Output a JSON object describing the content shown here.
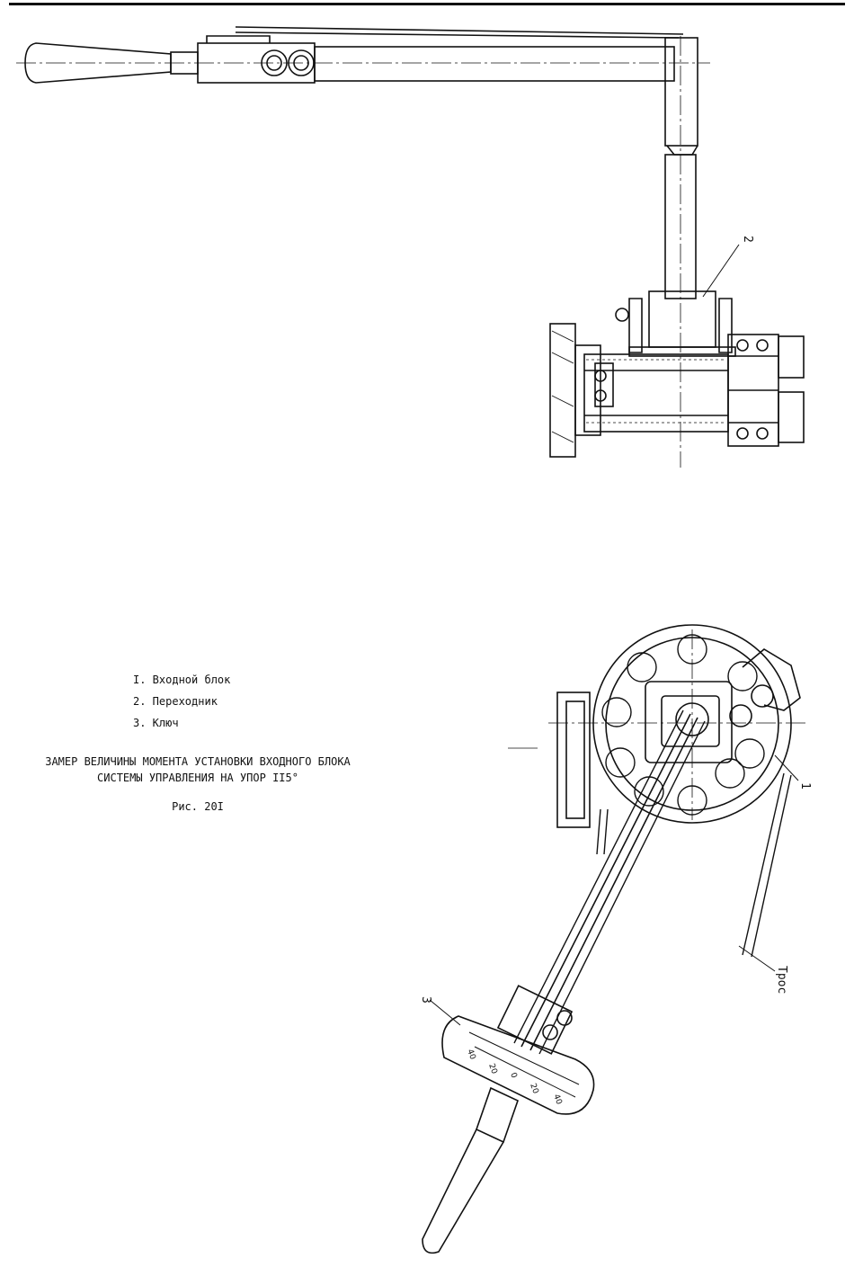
{
  "legend": {
    "items": [
      "I. Входной блок",
      "2. Переходник",
      "3. Ключ"
    ]
  },
  "caption": {
    "title_line1": "ЗАМЕР ВЕЛИЧИНЫ МОМЕНТА УСТАНОВКИ ВХОДНОГО БЛОКА",
    "title_line2": "СИСТЕМЫ УПРАВЛЕНИЯ НА УПОР II5°",
    "figure": "Рис. 20I"
  },
  "callouts": {
    "part1": "1",
    "part2": "2",
    "part3": "3",
    "cable": "Трос"
  },
  "scale_labels": [
    "40",
    "20",
    "0",
    "20",
    "40"
  ]
}
